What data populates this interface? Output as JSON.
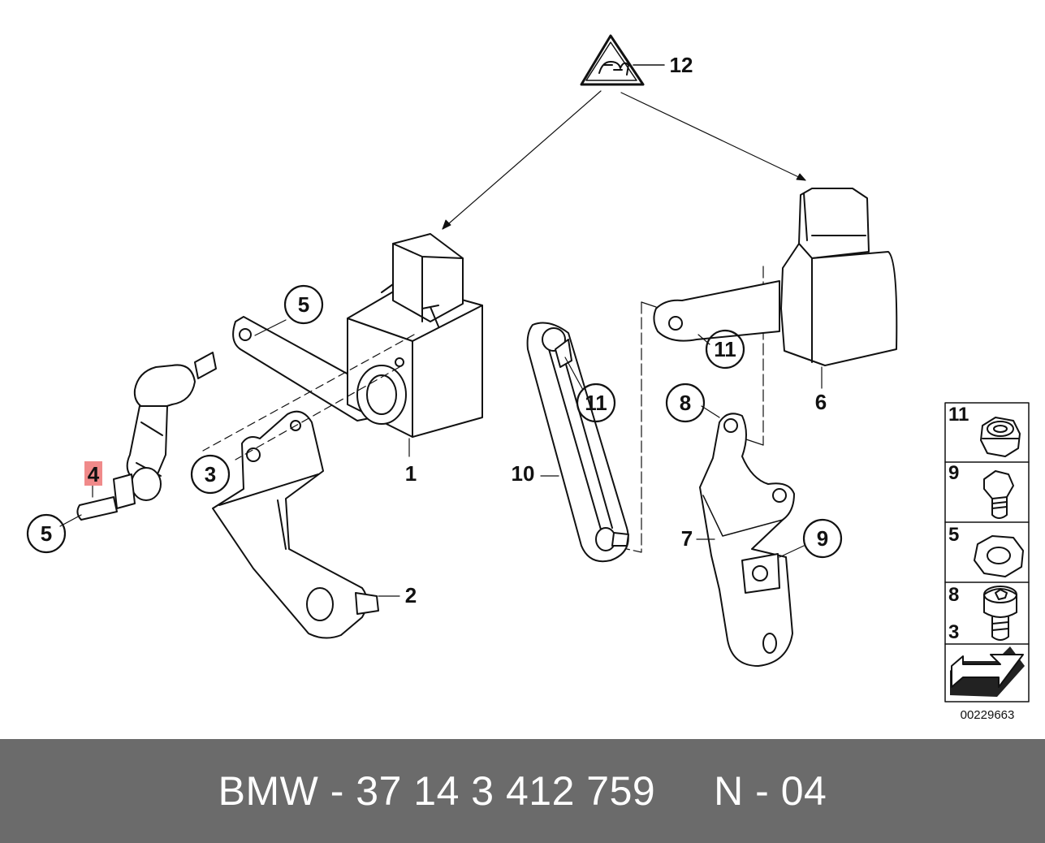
{
  "diagram": {
    "doc_number": "00229663",
    "callouts": {
      "c1": "1",
      "c2": "2",
      "c3": "3",
      "c4": "4",
      "c5a": "5",
      "c5b": "5",
      "c6": "6",
      "c7": "7",
      "c8": "8",
      "c9": "9",
      "c10": "10",
      "c11a": "11",
      "c11b": "11",
      "c12": "12"
    },
    "legend": {
      "row1": "11",
      "row2": "9",
      "row3": "5",
      "row4a": "8",
      "row4b": "3"
    },
    "colors": {
      "highlight": "#f08a8a",
      "line": "#111111"
    }
  },
  "footer": {
    "text": "BMW - 37 14 3 412 759     N - 04"
  }
}
